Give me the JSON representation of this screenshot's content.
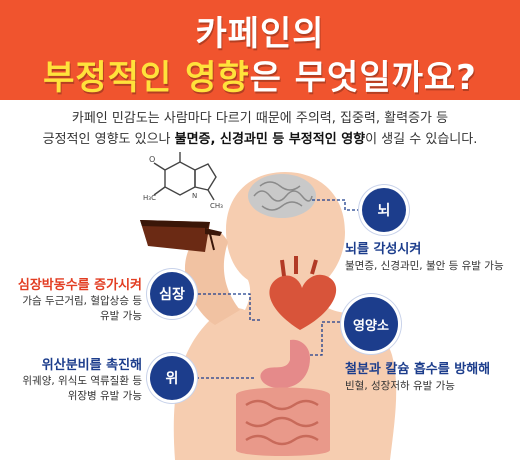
{
  "header": {
    "title_line1": "카페인의",
    "title_line2_highlight": "부정적인 영향",
    "title_line2_rest": "은 무엇일까요?"
  },
  "intro": {
    "line1": "카페인 민감도는 사람마다 다르기 때문에 주의력, 집중력, 활력증가 등",
    "line2_start": "긍정적인 영향도 있으나 ",
    "line2_bold": "불면증, 신경과민 등 부정적인 영향",
    "line2_end": "이 생길 수 있습니다."
  },
  "effects": {
    "brain": {
      "organ": "뇌",
      "heading": "뇌를 각성시켜",
      "desc": "불면증, 신경과민, 불안 등 유발 가능"
    },
    "heart": {
      "organ": "심장",
      "heading": "심장박동수를 증가시켜",
      "desc_line1": "가슴 두근거림, 혈압상승 등",
      "desc_line2": "유발 가능"
    },
    "nutrition": {
      "organ": "영양소",
      "heading": "철분과 칼슘 흡수를 방해해",
      "desc": "빈혈, 성장저하 유발 가능"
    },
    "stomach": {
      "organ": "위",
      "heading": "위산분비를 촉진해",
      "desc_line1": "위궤양, 위식도 역류질환 등",
      "desc_line2": "위장병 유발 가능"
    }
  },
  "colors": {
    "banner": "#f0542e",
    "title_highlight": "#ffe23b",
    "bubble": "#1c3d8c",
    "heading_red": "#e23d22",
    "skin": "#f6cdb0"
  },
  "icons": [
    "caffeine-molecule-icon",
    "coffee-cup-icon",
    "brain-icon",
    "heart-icon",
    "stomach-icon",
    "intestines-icon"
  ]
}
